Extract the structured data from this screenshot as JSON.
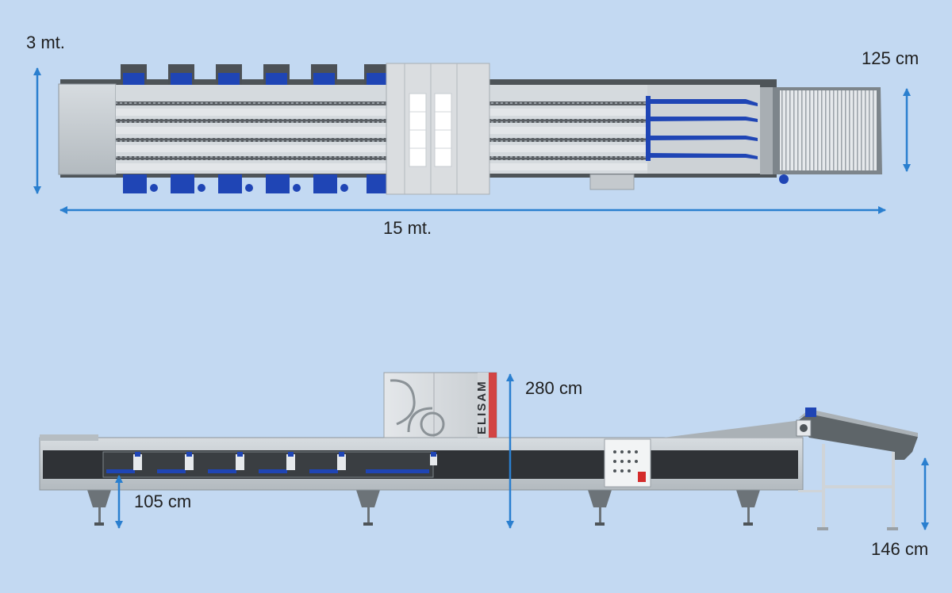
{
  "dimensions": {
    "top_height": "3 mt.",
    "top_length": "15 mt.",
    "top_exit_width": "125 cm",
    "side_height": "280 cm",
    "side_work_height": "105 cm",
    "side_exit_height": "146 cm"
  },
  "brand": {
    "name": "ELISAM"
  },
  "colors": {
    "background": "#c3d9f2",
    "arrow": "#2a7fcf",
    "frame": "#7d858b",
    "steel": "#c9cfd4",
    "belt": "#2f3236",
    "blue_part": "#1f45b5",
    "accent_red": "#d42b2b"
  }
}
